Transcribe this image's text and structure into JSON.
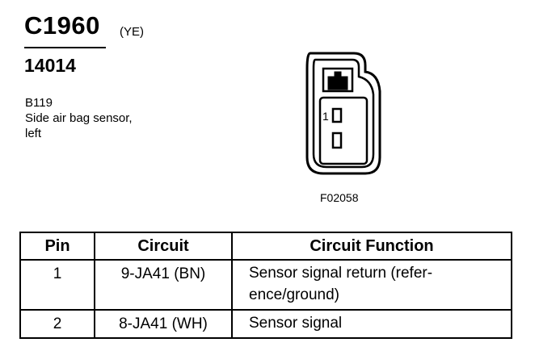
{
  "header": {
    "connector_id": "C1960",
    "color_code": "(YE)",
    "part_number": "14014",
    "component_code": "B119",
    "description_lines": [
      "Side air bag sensor,",
      "left"
    ]
  },
  "figure": {
    "pin_label": "1",
    "figure_id": "F02058"
  },
  "table": {
    "headers": [
      "Pin",
      "Circuit",
      "Circuit Function"
    ],
    "rows": [
      {
        "pin": "1",
        "circuit": "9-JA41 (BN)",
        "function_lines": [
          "Sensor signal return (refer-",
          "ence/ground)"
        ]
      },
      {
        "pin": "2",
        "circuit": "8-JA41 (WH)",
        "function_lines": [
          "Sensor signal"
        ]
      }
    ]
  }
}
